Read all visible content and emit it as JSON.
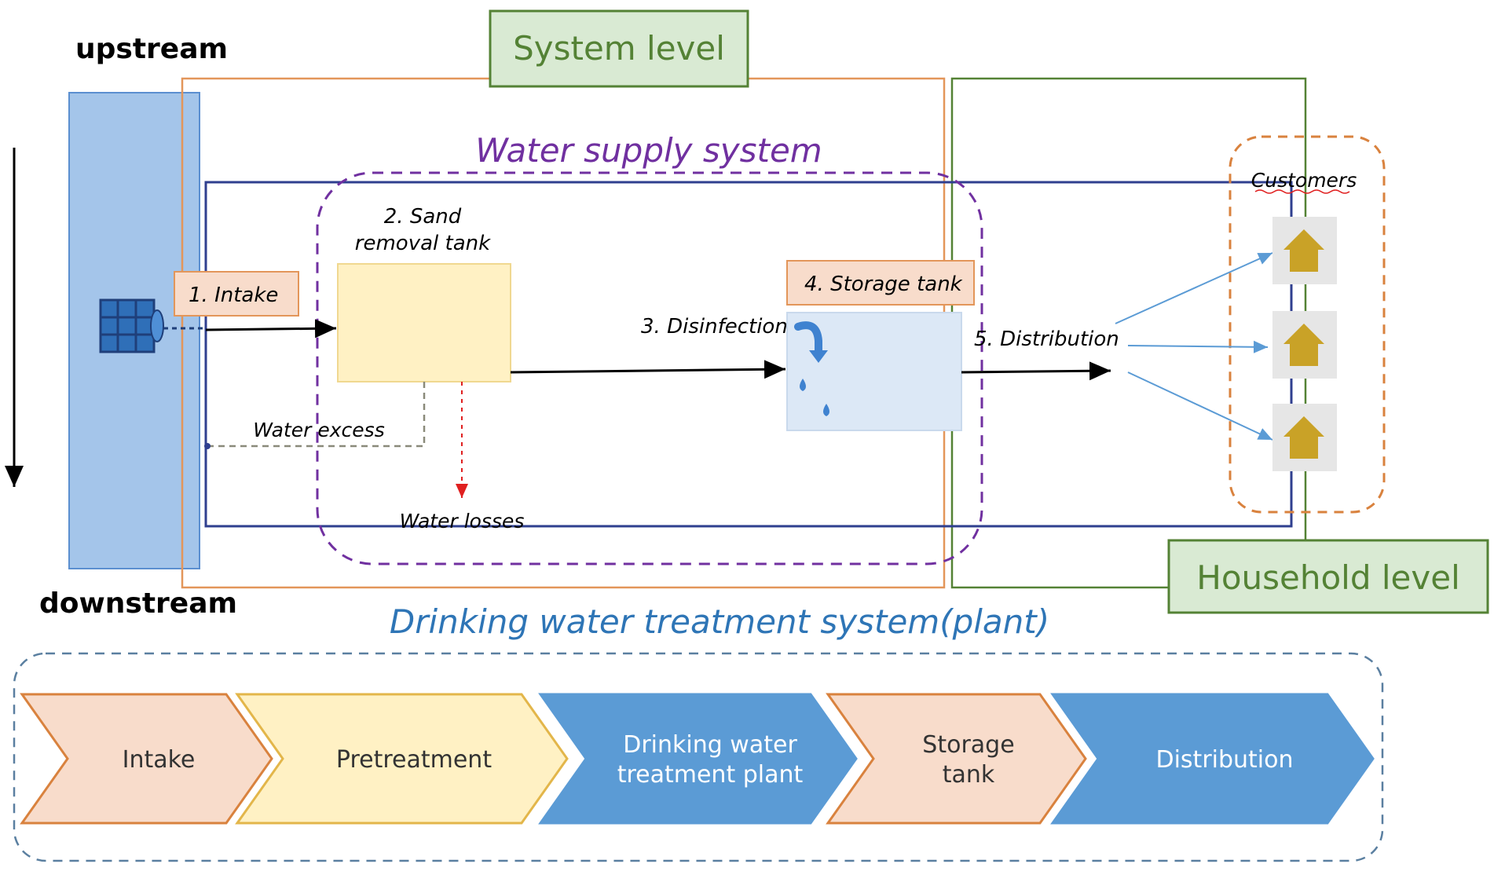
{
  "labels": {
    "upstream": "upstream",
    "downstream": "downstream",
    "system_level": "System level",
    "household_level": "Household level",
    "water_supply_system": "Water supply system",
    "drinking_water_treatment_system": "Drinking water treatment system(plant)",
    "customers": "Customers",
    "step_intake": "1. Intake",
    "step_sand_line1": "2. Sand",
    "step_sand_line2": "removal tank",
    "step_disinfection": "3. Disinfection",
    "step_storage": "4. Storage tank",
    "step_distribution": "5. Distribution",
    "water_excess": "Water excess",
    "water_losses": "Water losses"
  },
  "process_chain": [
    {
      "lines": [
        "Intake"
      ],
      "fill": "#f8dccb",
      "stroke": "#d9823e",
      "text_color": "#333333"
    },
    {
      "lines": [
        "Pretreatment"
      ],
      "fill": "#fff1c4",
      "stroke": "#e3b64a",
      "text_color": "#333333"
    },
    {
      "lines": [
        "Drinking water",
        "treatment plant"
      ],
      "fill": "#5b9bd5",
      "stroke": "#5b9bd5",
      "text_color": "#ffffff"
    },
    {
      "lines": [
        "Storage",
        "tank"
      ],
      "fill": "#f8dccb",
      "stroke": "#d9823e",
      "text_color": "#333333"
    },
    {
      "lines": [
        "Distribution"
      ],
      "fill": "#5b9bd5",
      "stroke": "#5b9bd5",
      "text_color": "#ffffff"
    }
  ],
  "colors": {
    "system_green": "#548235",
    "label_green_fill": "#d9ead3",
    "orange_frame": "#e3965a",
    "purple": "#7030a0",
    "navy": "#2f3f8f",
    "blue_text": "#2e75b6",
    "river": "#a4c5ea",
    "house": "#c9a227"
  },
  "icons": [
    "intake-grid-icon",
    "drop-icon",
    "house-icon",
    "curved-arrow-icon"
  ]
}
